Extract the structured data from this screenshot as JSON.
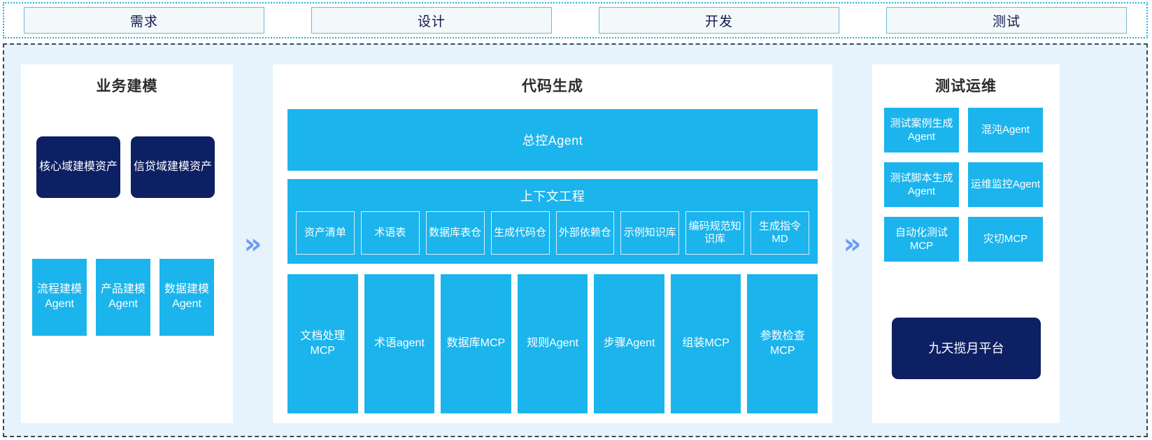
{
  "stages": [
    {
      "label": "需求"
    },
    {
      "label": "设计"
    },
    {
      "label": "开发"
    },
    {
      "label": "测试"
    }
  ],
  "chevron": {
    "glyph": "»"
  },
  "colors": {
    "cyan": "#1bb4ec",
    "navy": "#0e2064",
    "chevron_blue": "#6f9cf0",
    "panel_bg": "#ffffff",
    "area_bg": "#e6f3fc",
    "stage_border": "#76b7cf",
    "stage_fill": "#f3f8fa",
    "title_text": "#2b2b2b"
  },
  "panels": {
    "business_modeling": {
      "title": "业务建模",
      "assets": [
        {
          "label": "核心域建模资产"
        },
        {
          "label": "信贷域建模资产"
        }
      ],
      "agents": [
        {
          "label": "流程建模Agent"
        },
        {
          "label": "产品建模Agent"
        },
        {
          "label": "数据建模Agent"
        }
      ]
    },
    "code_generation": {
      "title": "代码生成",
      "master_agent": {
        "label": "总控Agent"
      },
      "context_engineering": {
        "title": "上下文工程",
        "items": [
          {
            "label": "资产清单"
          },
          {
            "label": "术语表"
          },
          {
            "label": "数据库表仓"
          },
          {
            "label": "生成代码仓"
          },
          {
            "label": "外部依赖仓"
          },
          {
            "label": "示例知识库"
          },
          {
            "label": "编码规范知识库"
          },
          {
            "label": "生成指令MD"
          }
        ]
      },
      "tools": [
        {
          "label": "文档处理MCP"
        },
        {
          "label": "术语agent"
        },
        {
          "label": "数据库MCP"
        },
        {
          "label": "规则Agent"
        },
        {
          "label": "步骤Agent"
        },
        {
          "label": "组装MCP"
        },
        {
          "label": "参数检查MCP"
        }
      ]
    },
    "test_ops": {
      "title": "测试运维",
      "cards": [
        {
          "label": "测试案例生成Agent"
        },
        {
          "label": "混沌Agent"
        },
        {
          "label": "测试脚本生成Agent"
        },
        {
          "label": "运维监控Agent"
        },
        {
          "label": "自动化测试MCP"
        },
        {
          "label": "灾切MCP"
        }
      ],
      "platform": {
        "label": "九天揽月平台"
      }
    }
  }
}
